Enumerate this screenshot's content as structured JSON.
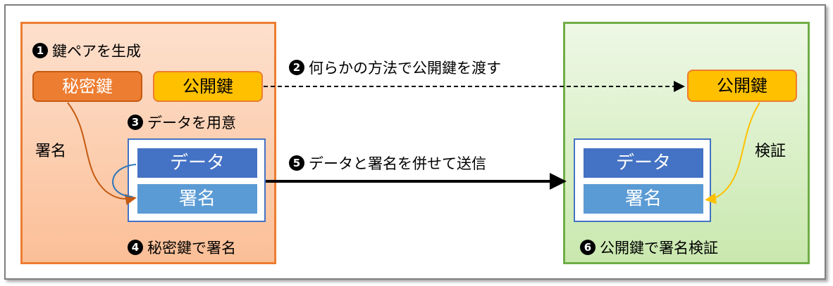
{
  "left_panel": {
    "step1": {
      "num": "1",
      "text": "鍵ペアを生成"
    },
    "private_key": "秘密鍵",
    "public_key": "公開鍵",
    "step3": {
      "num": "3",
      "text": "データを用意"
    },
    "sign_label": "署名",
    "doc": {
      "data": "データ",
      "signature": "署名"
    },
    "step4": {
      "num": "4",
      "text": "秘密鍵で署名"
    }
  },
  "middle": {
    "step2": {
      "num": "2",
      "text": "何らかの方法で公開鍵を渡す"
    },
    "step5": {
      "num": "5",
      "text": "データと署名を併せて送信"
    }
  },
  "right_panel": {
    "public_key": "公開鍵",
    "verify_label": "検証",
    "doc": {
      "data": "データ",
      "signature": "署名"
    },
    "step6": {
      "num": "6",
      "text": "公開鍵で署名検証"
    }
  },
  "colors": {
    "private_key": "#ed7d31",
    "public_key": "#ffc000",
    "data_cell": "#4472c4",
    "signature_cell": "#5b9bd5",
    "left_panel_border": "#ed7d31",
    "right_panel_border": "#70ad47"
  }
}
